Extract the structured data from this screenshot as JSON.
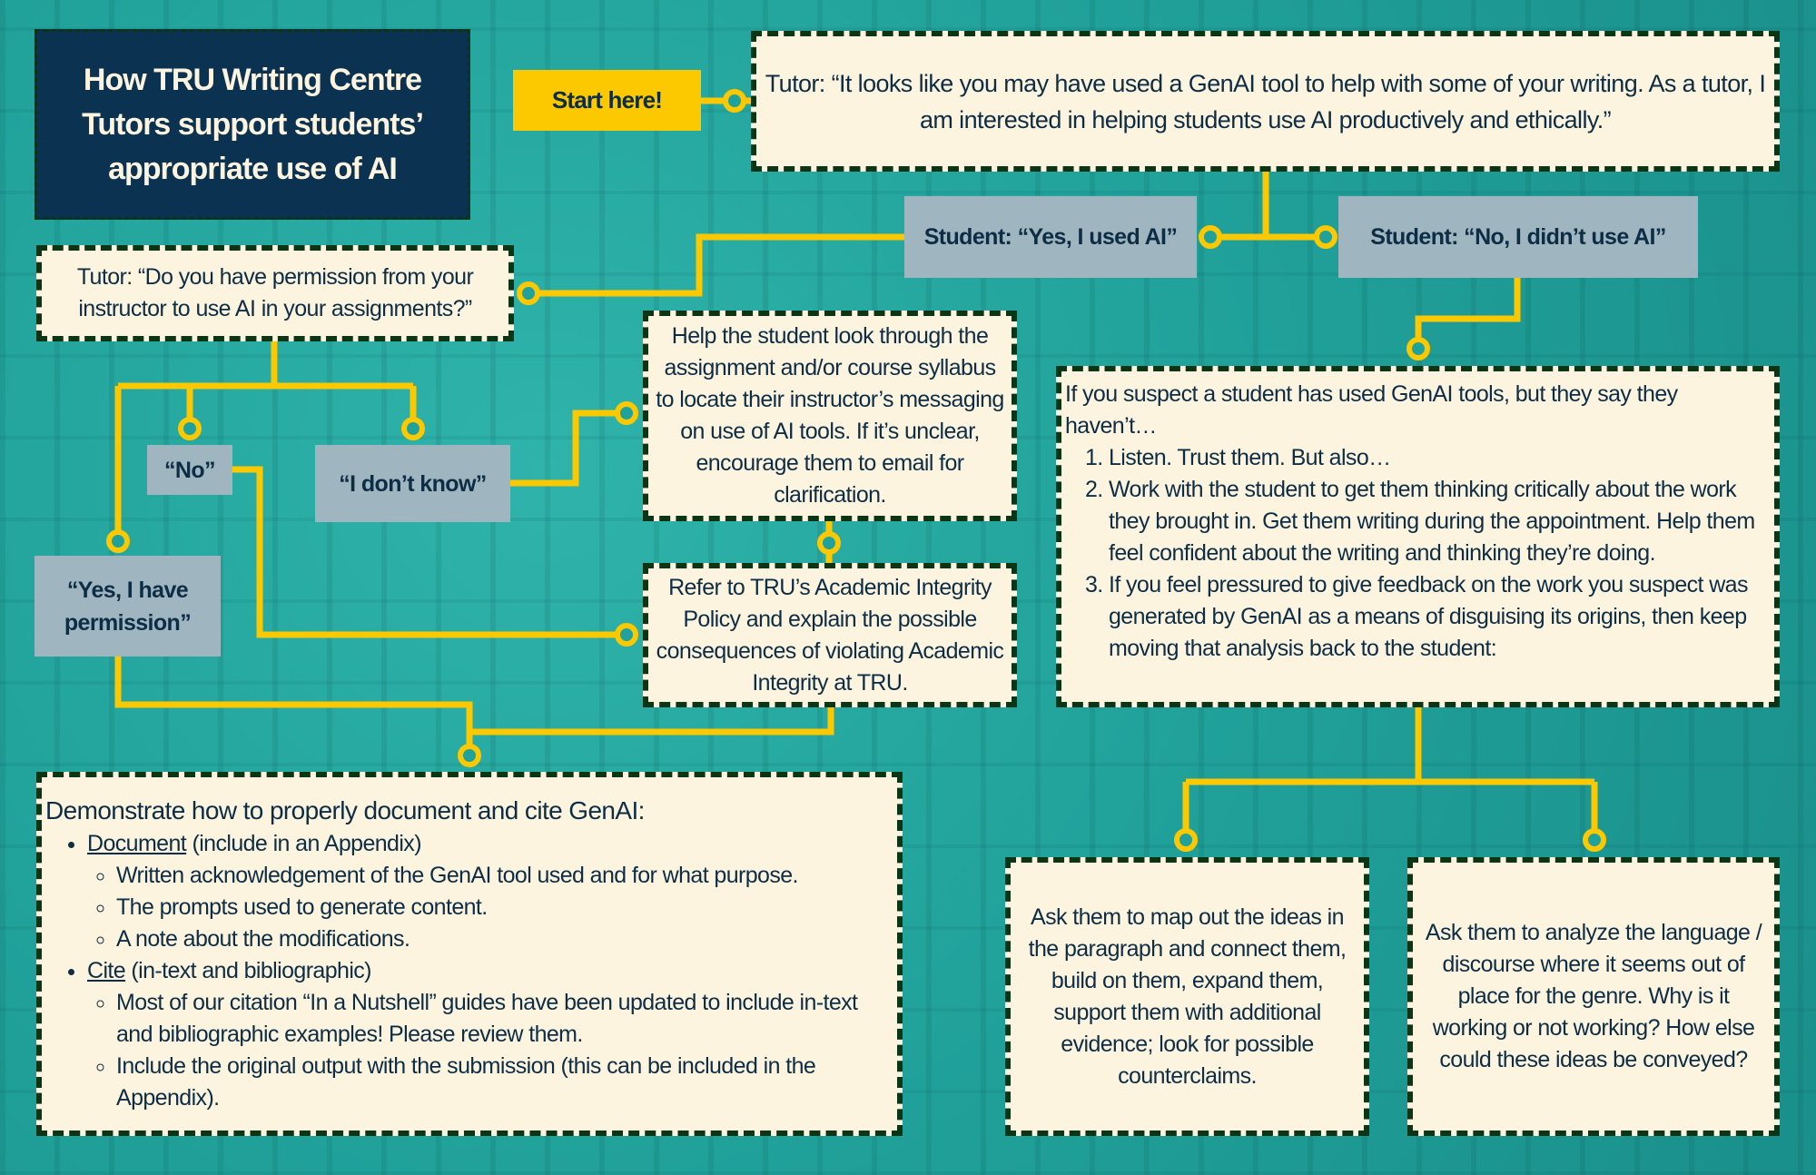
{
  "title": "How TRU Writing Centre Tutors support students’ appropriate use of AI",
  "start_label": "Start here!",
  "tutor_opening": "Tutor: “It looks like you may have used a GenAI tool to help with some of your writing. As a tutor, I am interested in helping students use AI productively and ethically.”",
  "student_yes": "Student: “Yes, I used AI”",
  "student_no": "Student: “No, I  didn’t use AI”",
  "tutor_permission": "Tutor: “Do you have permission from your instructor to use AI in your assignments?”",
  "answer_no": "“No”",
  "answer_dont_know": "“I don’t know”",
  "answer_yes_permission": "“Yes, I have permission”",
  "help_student": "Help the student look through the assignment and/or course syllabus to locate their instructor’s messaging on use of AI tools. If it’s unclear, encourage them to email for clarification.",
  "refer_policy": "Refer to TRU’s Academic Integrity Policy and explain the possible consequences of violating Academic Integrity at TRU.",
  "suspect": {
    "intro": "If you suspect a student has used GenAI tools, but they say they haven’t…",
    "items": [
      "Listen. Trust them. But also…",
      "Work with the student to get them thinking critically about the work they brought in. Get them writing during the appointment. Help them feel confident about the writing and thinking they’re doing.",
      "If you feel pressured to give feedback on the work you suspect was generated by GenAI as a means of disguising its origins, then keep moving that analysis back to the student:"
    ]
  },
  "demonstrate": {
    "heading": "Demonstrate how to properly document and cite GenAI:",
    "document_link": "Document",
    "document_note": " (include in an Appendix)",
    "document_items": [
      "Written acknowledgement of the GenAI tool used and for what purpose.",
      "The prompts used to generate content.",
      "A note about the modifications."
    ],
    "cite_link": "Cite",
    "cite_note": " (in-text and bibliographic)",
    "cite_items": [
      "Most of our citation “In a Nutshell” guides have been updated to include in-text and bibliographic examples! Please review them.",
      "Include the original output with the submission (this can be included in the Appendix)."
    ]
  },
  "ask_map": "Ask them to map out the ideas in the paragraph and connect them, build on them, expand them, support them with additional evidence; look for possible counterclaims.",
  "ask_analyze": "Ask them to analyze the language / discourse where it seems out of place for the genre. Why is it working or not working? How else could these ideas be conveyed?",
  "colors": {
    "connector": "#fcc800",
    "box_fill": "#fdf4e0",
    "border": "#0b3515",
    "title_bg": "#0b3250",
    "response_bg": "#9fb5c0"
  }
}
